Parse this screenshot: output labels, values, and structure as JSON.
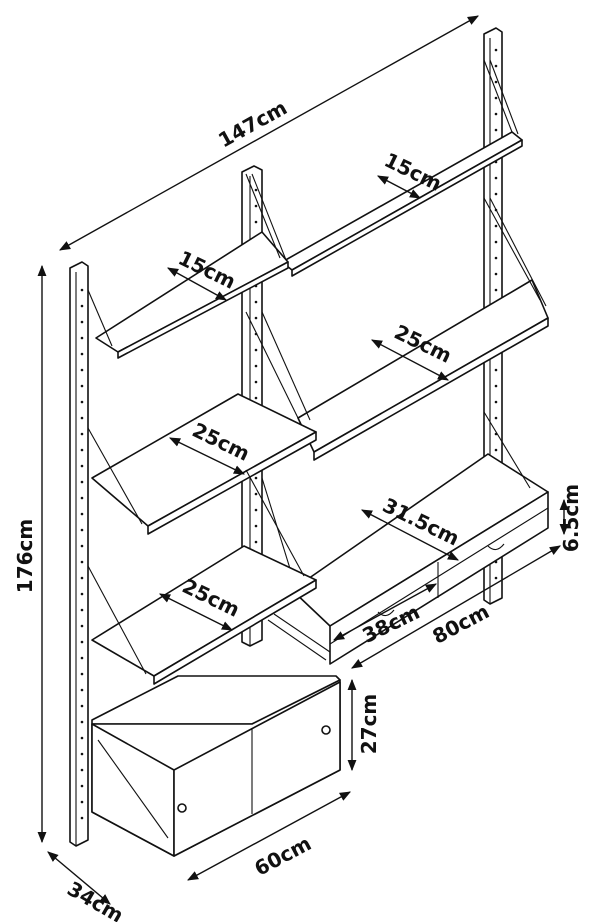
{
  "dimensions": {
    "width_total": "147cm",
    "height_total": "176cm",
    "depth_total": "34cm",
    "shelf_top_left": "15cm",
    "shelf_top_right": "15cm",
    "shelf_mid_right": "25cm",
    "shelf_mid_left": "25cm",
    "shelf_low_left": "25cm",
    "desk_inner": "31.5cm",
    "drawer_height": "6.5cm",
    "drawer_width": "38cm",
    "desk_width": "80cm",
    "cabinet_height": "27cm",
    "cabinet_width": "60cm"
  },
  "colors": {
    "line": "#111111",
    "background": "#ffffff"
  }
}
